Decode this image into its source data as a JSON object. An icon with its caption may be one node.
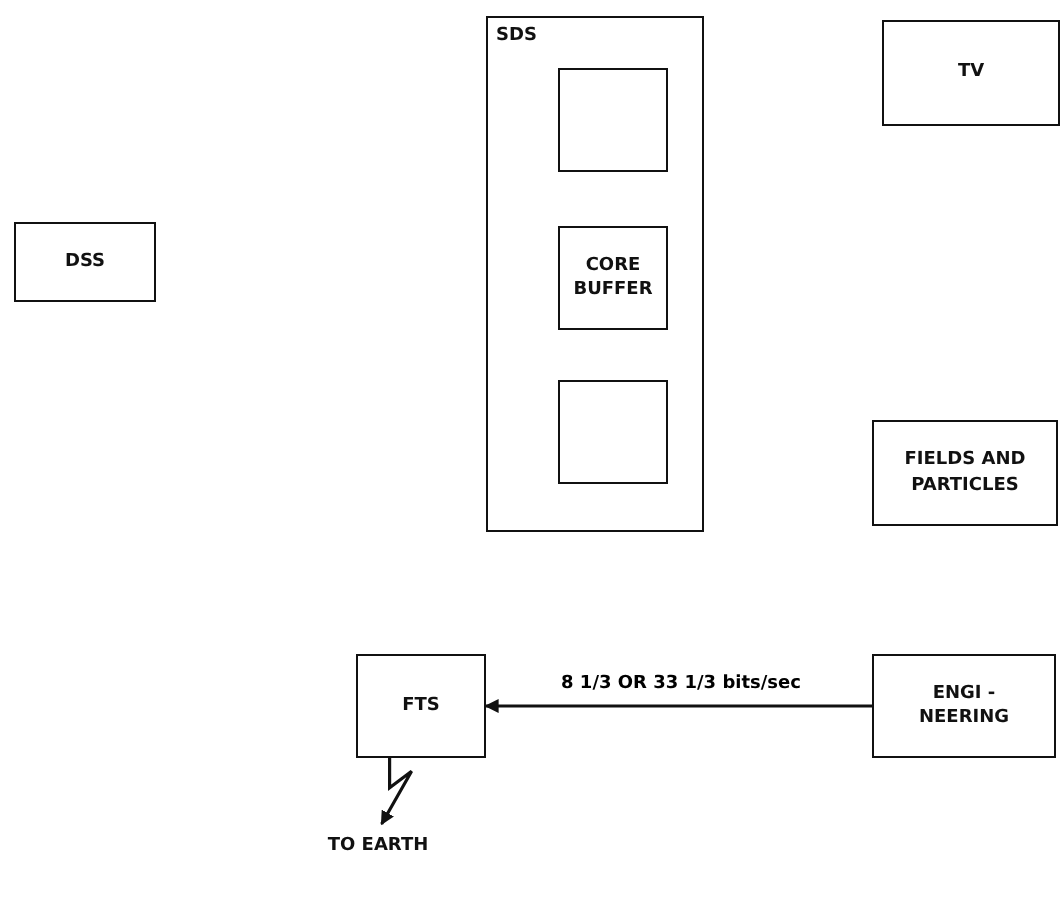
{
  "diagram": {
    "nodes": [
      {
        "text": [
          "SDS"
        ]
      },
      {
        "text": [],
        "shape": "box",
        "in": 0
      },
      {
        "text": [
          "CORE BUFFER"
        ],
        "in": 0
      },
      {
        "text": [],
        "shape": "box",
        "in": 0
      },
      {
        "text": [
          "TV"
        ]
      },
      {
        "text": [
          "DSS"
        ]
      },
      {
        "text": [
          "FIELDS AND PARTICLES"
        ]
      },
      {
        "text": [
          "FTS"
        ]
      },
      {
        "text": [
          "ENGI - NEERING"
        ]
      },
      {
        "text": [
          "TO EARTH"
        ]
      }
    ],
    "edges": [
      {
        "from": 8,
        "to": 7,
        "arrow": "to",
        "label": "8 1/3 OR 33 1/3 bits/sec"
      },
      {
        "from": 7,
        "to": 9,
        "arrow": "to"
      }
    ]
  }
}
